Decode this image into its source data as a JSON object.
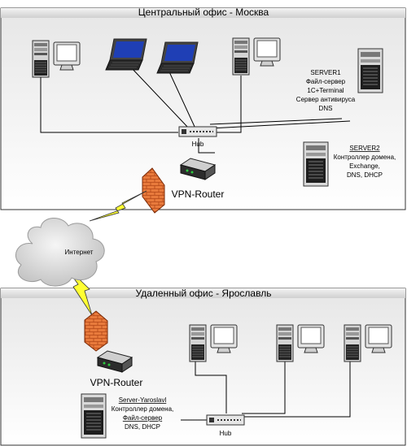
{
  "offices": {
    "central_title": "Центральный офис - Москва",
    "remote_title": "Удаленный офис - Ярославль"
  },
  "devices": {
    "hub_label": "Hub",
    "vpn_router_label": "VPN-Router",
    "internet_label": "Интернет"
  },
  "servers": {
    "server1_lines": [
      "SERVER1",
      "Файл-сервер",
      "1C+Terminal",
      "Сервер антивируса",
      "DNS"
    ],
    "server2_lines": [
      "SERVER2",
      "Контроллер домена,",
      "Exchange,",
      "DNS, DHCP"
    ],
    "yar_lines": [
      "Server-Yaroslavl",
      "Контроллер домена,",
      "Файл-сервер",
      "DNS, DHCP"
    ]
  }
}
